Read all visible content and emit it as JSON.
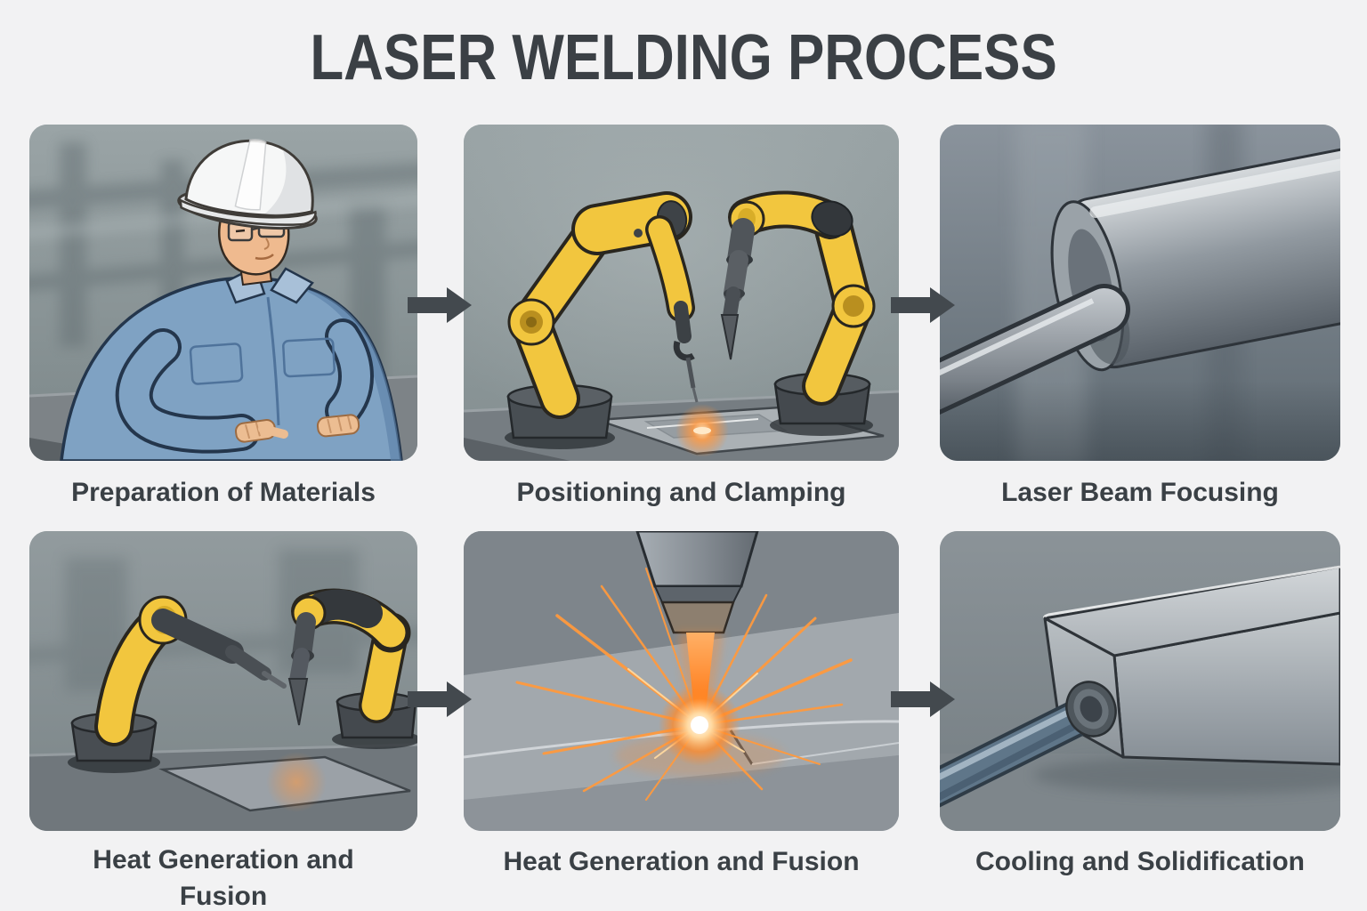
{
  "title": "LASER WELDING PROCESS",
  "steps": [
    {
      "caption": "Preparation of Materials",
      "illustration": "worker-preparing-metal-plates"
    },
    {
      "caption": "Positioning and Clamping",
      "illustration": "robot-arms-positioning-plates"
    },
    {
      "caption": "Laser Beam Focusing",
      "illustration": "laser-focusing-cylinder"
    },
    {
      "caption": "Heat Generation and Fusion",
      "illustration": "robot-arms-heating-plate"
    },
    {
      "caption": "Heat Generation and Fusion",
      "illustration": "laser-beam-with-sparks"
    },
    {
      "caption": "Cooling and Solidification",
      "illustration": "cooled-weld-housing-with-rod"
    }
  ],
  "arrows": {
    "glyph": "right-arrow",
    "count": 4
  },
  "colors": {
    "page_background": "#f2f2f3",
    "title_text": "#3b4045",
    "caption_text": "#3a4045",
    "arrow": "#43494e",
    "panel_background": "#8c969a",
    "robot_yellow": "#f2c63e",
    "laser_orange": "#ff8a2a",
    "metal_gray": "#9aa1a7",
    "worker_shirt_blue": "#7fa2c3",
    "hard_hat_white": "#f6f7f7"
  }
}
